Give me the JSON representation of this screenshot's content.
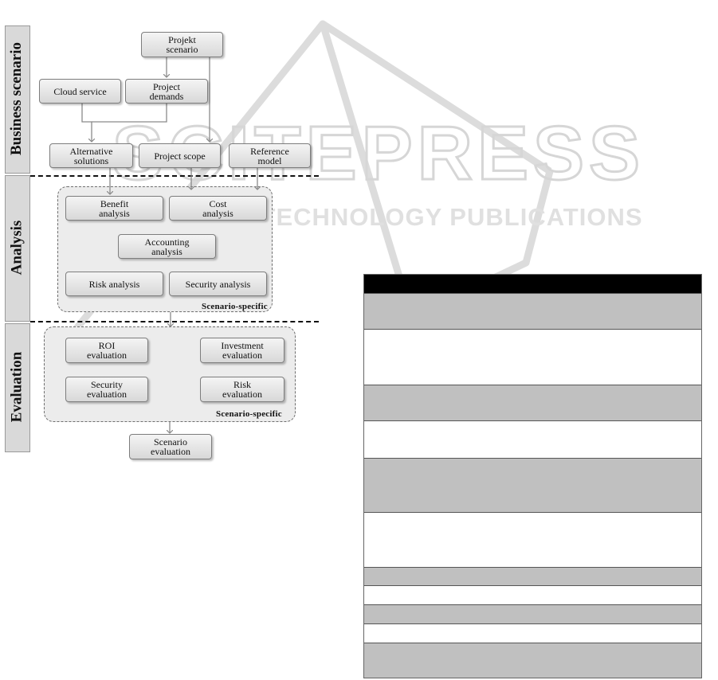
{
  "phases": {
    "business": "Business scenario",
    "analysis": "Analysis",
    "evaluation": "Evaluation"
  },
  "business": {
    "projekt_scenario": "Projekt\nscenario",
    "cloud_service": "Cloud service",
    "project_demands": "Project\ndemands",
    "alternative_solutions": "Alternative\nsolutions",
    "project_scope": "Project scope",
    "reference_model": "Reference\nmodel"
  },
  "analysis": {
    "benefit": "Benefit\nanalysis",
    "cost": "Cost\nanalysis",
    "accounting": "Accounting\nanalysis",
    "risk": "Risk analysis",
    "security": "Security analysis",
    "region_label": "Scenario-specific"
  },
  "evaluation": {
    "roi": "ROI\nevaluation",
    "investment": "Investment\nevaluation",
    "security": "Security\nevaluation",
    "risk": "Risk\nevaluation",
    "region_label": "Scenario-specific",
    "scenario": "Scenario\nevaluation"
  },
  "colors": {
    "table_header": "#000000",
    "table_shaded": "#c0c0c0",
    "watermark": "#dcdcdc"
  }
}
